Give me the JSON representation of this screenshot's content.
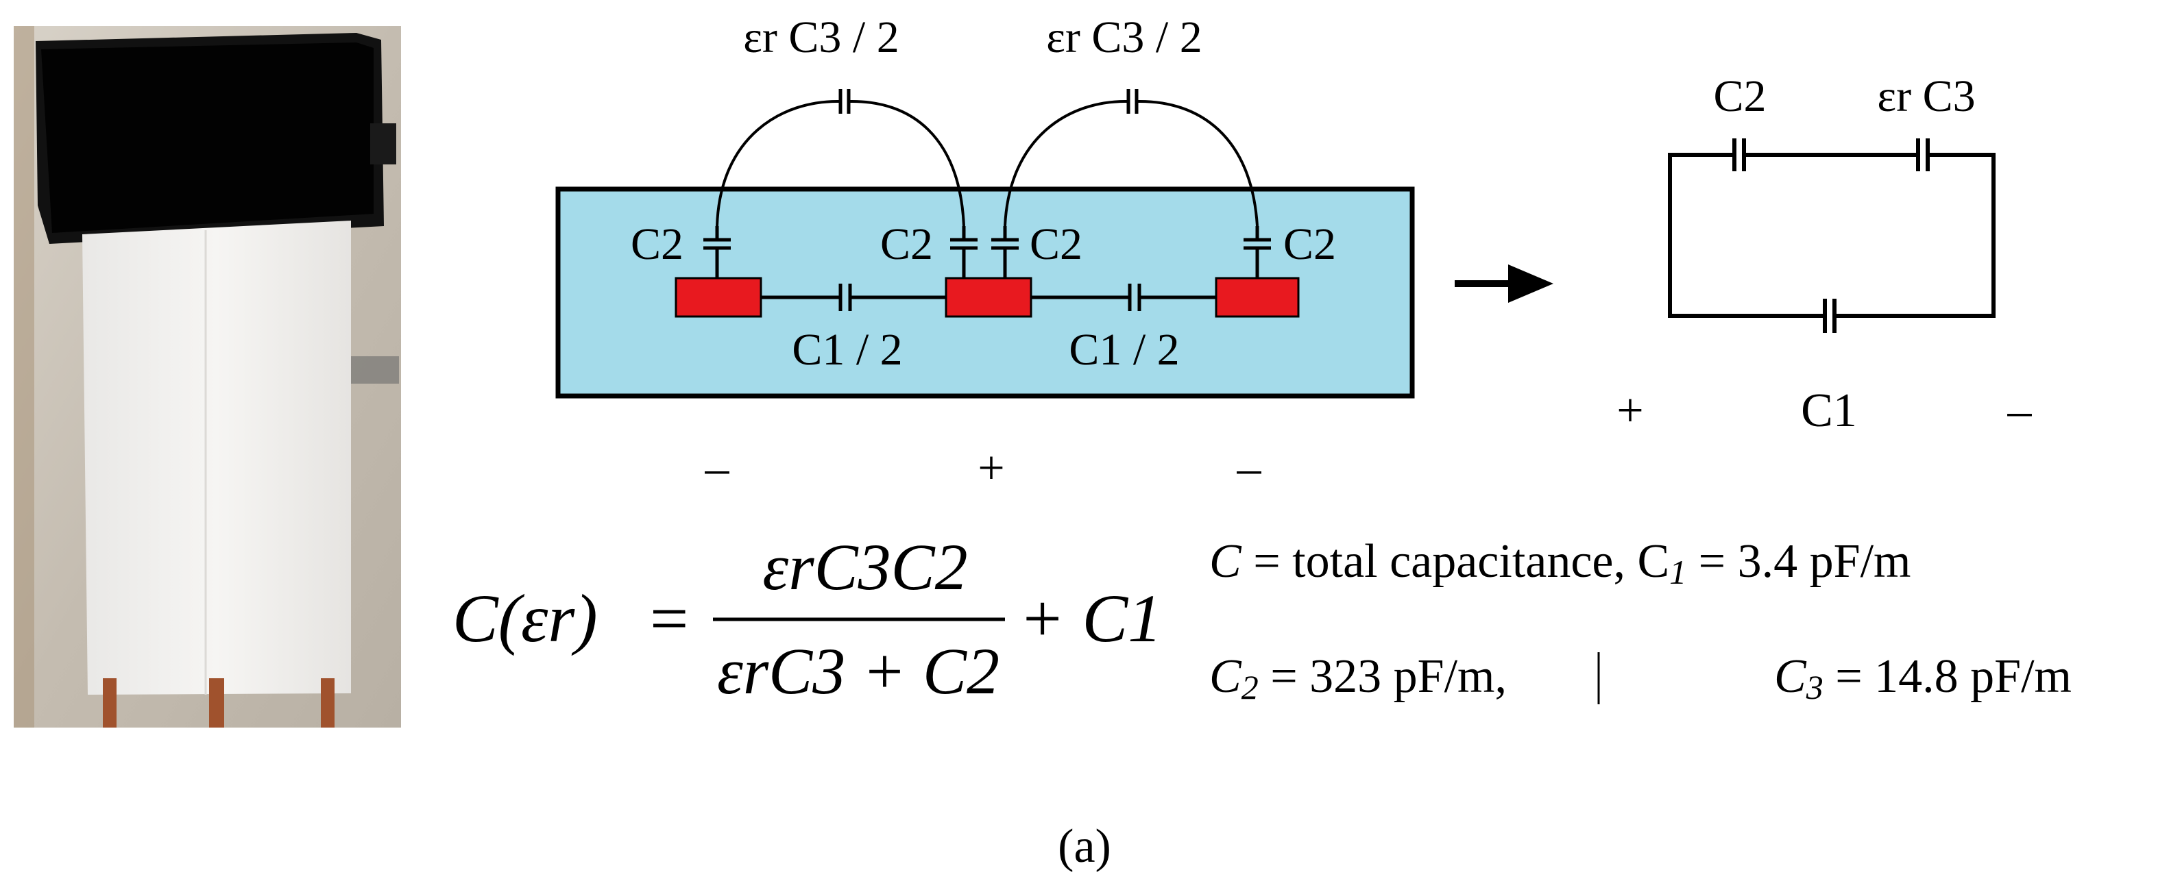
{
  "circuit": {
    "top_cap_label_left": "εr C3 / 2",
    "top_cap_label_right": "εr C3 / 2",
    "c2_labels": [
      "C2",
      "C2",
      "C2",
      "C2"
    ],
    "c1_half_labels": [
      "C1 / 2",
      "C1 / 2"
    ],
    "polarity_bottom": [
      "–",
      "+",
      "–"
    ]
  },
  "equivalent": {
    "c2_label": "C2",
    "er_c3_label": "εr C3",
    "c1_label": "C1",
    "polarity_left": "+",
    "polarity_right": "–"
  },
  "formula": {
    "lhs": "C(εr)",
    "equals": "=",
    "numerator": "εrC3C2",
    "denominator": "εrC3 + C2",
    "plus_term": "+ C1"
  },
  "definitions": {
    "line1_var": "C",
    "line1_text": " = total capacitance, C",
    "line1_sub": "1",
    "line1_value": " = 3.4 pF/m",
    "line2_var": "C",
    "line2_sub": "2",
    "line2_value": " = 323 pF/m,",
    "line3_var": "C",
    "line3_sub": "3",
    "line3_value": " = 14.8 pF/m"
  },
  "caption": "(a)",
  "colors": {
    "substrate": "#a4dbea",
    "electrode": "#e8191f",
    "photo_background": "#c9c0b4",
    "sensor_film": "#f1f0ee",
    "copper_lead": "#a0522d"
  }
}
